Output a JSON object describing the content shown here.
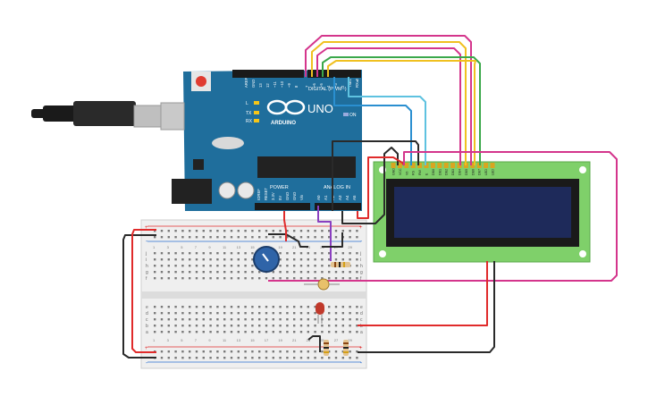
{
  "arduino": {
    "brand": "ARDUINO",
    "model": "UNO",
    "digital_label": "DIGITAL (PWM~)",
    "power_label": "POWER",
    "analog_label": "ANALOG IN",
    "on_label": "ON",
    "led_l": "L",
    "led_tx": "TX",
    "led_rx": "RX",
    "top_pins": [
      "AREF",
      "GND",
      "13",
      "12",
      "~11",
      "~10",
      "~9",
      "8",
      "7",
      "~6",
      "~5",
      "4",
      "~3",
      "2",
      "TX▸1",
      "RX◂0"
    ],
    "power_pins": [
      "IOREF",
      "RESET",
      "3.3V",
      "5V",
      "GND",
      "GND",
      "Vin"
    ],
    "analog_pins": [
      "A0",
      "A1",
      "A2",
      "A3",
      "A4",
      "A5"
    ]
  },
  "lcd": {
    "pin_labels": [
      "GND",
      "VCC",
      "V0",
      "RS",
      "RW",
      "E",
      "DB0",
      "DB1",
      "DB2",
      "DB3",
      "DB4",
      "DB5",
      "DB6",
      "DB7",
      "LED",
      "LED"
    ]
  },
  "breadboard": {
    "row_letters_top": [
      "j",
      "i",
      "h",
      "g",
      "f"
    ],
    "row_letters_bottom": [
      "e",
      "d",
      "c",
      "b",
      "a"
    ],
    "column_numbers": [
      "1",
      "3",
      "5",
      "7",
      "9",
      "11",
      "13",
      "15",
      "17",
      "19",
      "21",
      "23",
      "25",
      "27",
      "29"
    ],
    "rail_plus": "+",
    "rail_minus": "-"
  },
  "colors": {
    "arduino_blue": "#1f6e9c",
    "wire_red": "#e02b2b",
    "wire_black": "#2a2a2a",
    "wire_pink": "#d4358c",
    "wire_yellow": "#f0c020",
    "wire_green": "#3aa84a",
    "wire_blue": "#2a8fd0",
    "wire_lightblue": "#5ec2e0",
    "wire_purple": "#8a3fc0",
    "lcd_board": "#7fd06a",
    "lcd_screen": "#1e2a5a"
  }
}
